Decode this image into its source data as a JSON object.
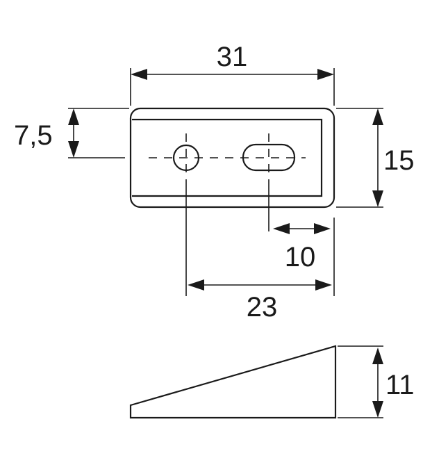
{
  "dimensions": {
    "length": "31",
    "width": "15",
    "hole_offset": "7,5",
    "slot_offset": "10",
    "hole_to_end": "23",
    "height": "11"
  }
}
